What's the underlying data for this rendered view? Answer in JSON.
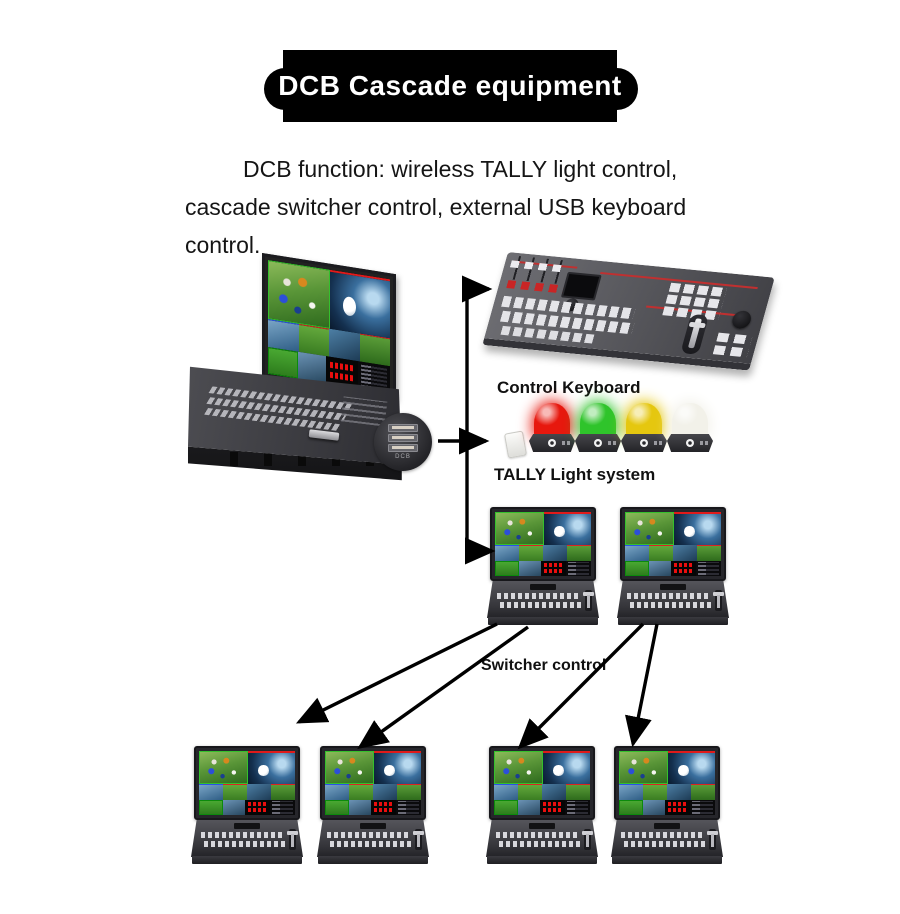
{
  "banner": {
    "title": "DCB Cascade equipment"
  },
  "description": {
    "lines": [
      "DCB function: wireless TALLY light control,",
      "cascade switcher control, external USB keyboard",
      "control."
    ]
  },
  "labels": {
    "control_keyboard": "Control Keyboard",
    "tally_light_system": "TALLY Light system",
    "switcher_control": "Switcher control"
  },
  "usb_hub": {
    "caption": "DCB",
    "port_count": 3
  },
  "tally_light_system": {
    "lights": [
      {
        "name": "red",
        "color": "#e7180e"
      },
      {
        "name": "green",
        "color": "#2fc42b"
      },
      {
        "name": "yellow",
        "color": "#e5c70f"
      },
      {
        "name": "white",
        "color": "#f2f1e9"
      }
    ]
  },
  "cascade": {
    "middle_row_count": 2,
    "bottom_row_count": 4
  },
  "colors": {
    "arrow": "#000000",
    "banner_bg": "#000000",
    "banner_text": "#ffffff",
    "keyboard_accent": "#c03030"
  }
}
